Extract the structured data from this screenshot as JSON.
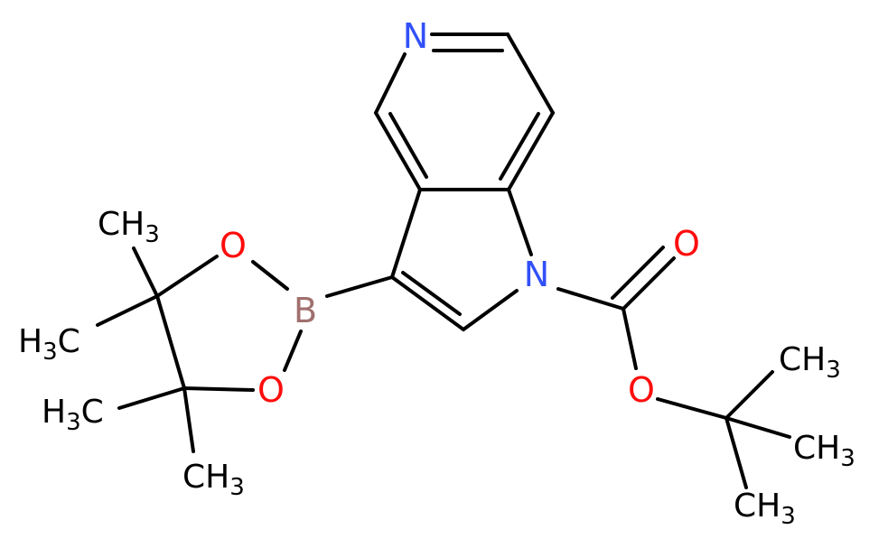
{
  "colors": {
    "bond": "#000000",
    "carbon": "#000000",
    "nitrogen": "#3050F8",
    "oxygen": "#FF0D0D",
    "boron": "#A0706E"
  },
  "atoms": {
    "n_pyridine": "N",
    "n_pyrrole": "N",
    "boron": "B",
    "o_ring_top": "O",
    "o_ring_bottom": "O",
    "o_carbonyl": "O",
    "o_ester": "O"
  },
  "methyls": [
    {
      "id": "me1",
      "left": "CH",
      "sub": "3",
      "right": ""
    },
    {
      "id": "me2",
      "left": "H",
      "sub": "3",
      "right": "C"
    },
    {
      "id": "me3",
      "left": "H",
      "sub": "3",
      "right": "C"
    },
    {
      "id": "me4",
      "left": "CH",
      "sub": "3",
      "right": ""
    },
    {
      "id": "me5",
      "left": "CH",
      "sub": "3",
      "right": ""
    },
    {
      "id": "me6",
      "left": "CH",
      "sub": "3",
      "right": ""
    },
    {
      "id": "me7",
      "left": "CH",
      "sub": "3",
      "right": ""
    }
  ]
}
